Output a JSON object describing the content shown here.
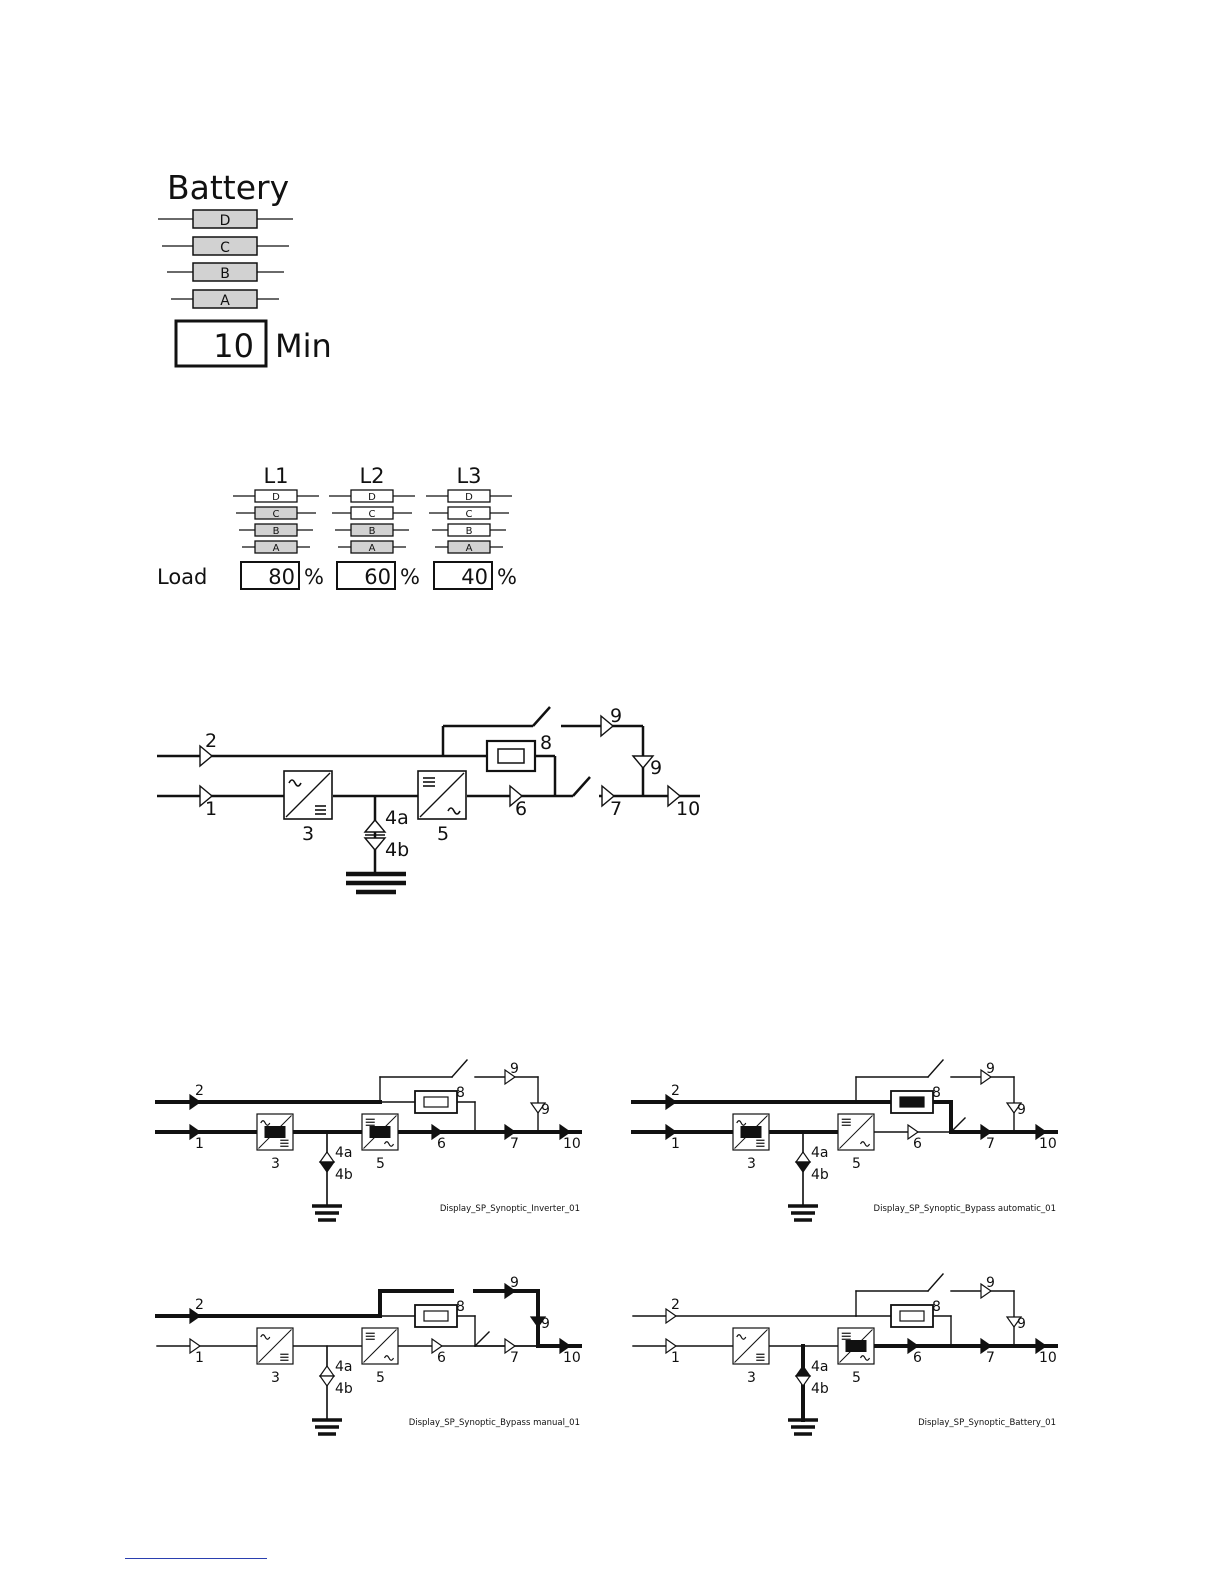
{
  "battery": {
    "title": "Battery",
    "levels": [
      "D",
      "C",
      "B",
      "A"
    ],
    "runtime_value": "10",
    "runtime_unit": "Min"
  },
  "load": {
    "label": "Load",
    "unit": "%",
    "level_labels": [
      "D",
      "C",
      "B",
      "A"
    ],
    "phases": [
      {
        "name": "L1",
        "value": "80",
        "lit": [
          false,
          true,
          true,
          true
        ]
      },
      {
        "name": "L2",
        "value": "60",
        "lit": [
          false,
          false,
          true,
          true
        ]
      },
      {
        "name": "L3",
        "value": "40",
        "lit": [
          false,
          false,
          false,
          true
        ]
      }
    ]
  },
  "synoptic": {
    "labels": {
      "input2": "2",
      "input1": "1",
      "rectifier": "3",
      "bat_a": "4a",
      "bat_b": "4b",
      "inverter": "5",
      "out6": "6",
      "bypass_static": "8",
      "manual_out": "9",
      "manual_in": "9",
      "out7": "7",
      "output": "10"
    }
  },
  "captions": {
    "inverter": "Display_SP_Synoptic_Inverter_01",
    "bypass_auto": "Display_SP_Synoptic_Bypass automatic_01",
    "bypass_manual": "Display_SP_Synoptic_Bypass manual_01",
    "battery": "Display_SP_Synoptic_Battery_01"
  },
  "colors": {
    "ink": "#111111",
    "level_fill": "#d2d2d2",
    "footer_rule": "#2a3fb0"
  }
}
